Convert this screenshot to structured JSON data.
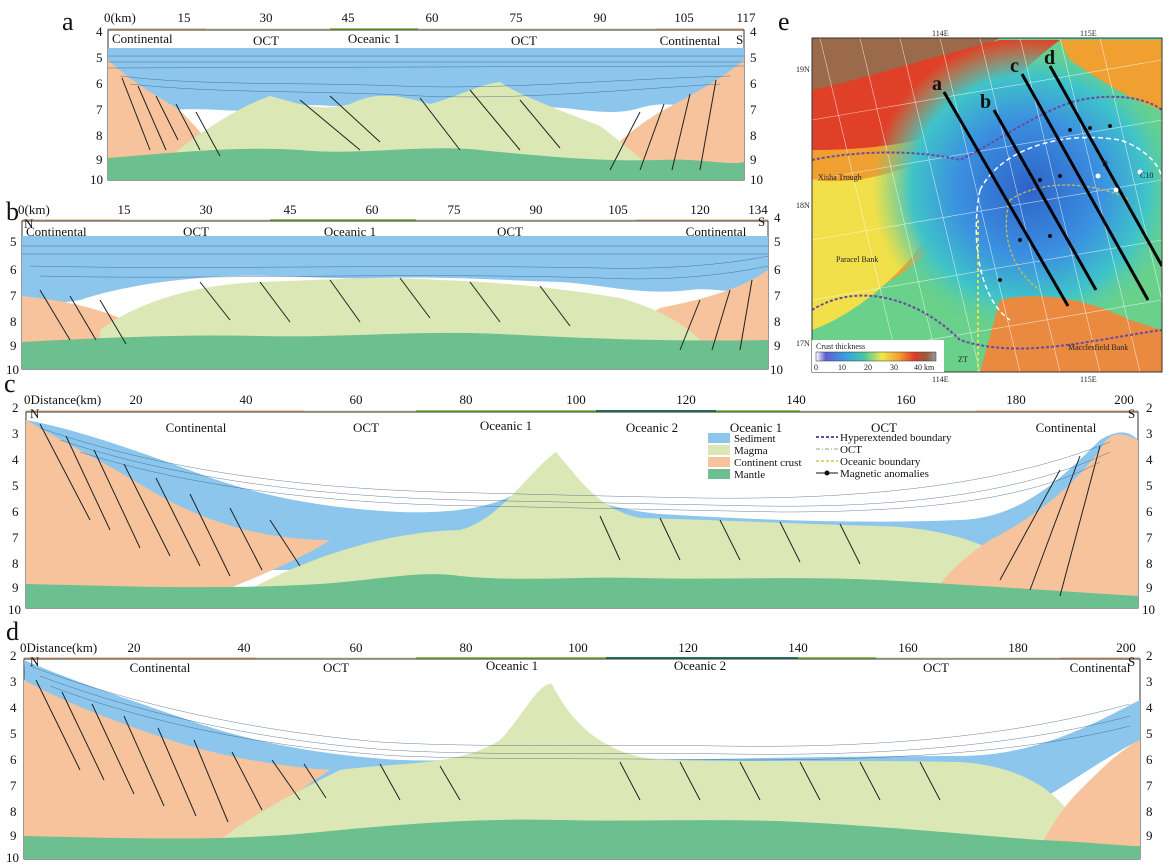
{
  "colors": {
    "sediment": "#8cc6ec",
    "magma": "#dbe8b6",
    "continent_crust": "#f6c39c",
    "mantle": "#6cbf8e",
    "oceanic1": "#8fc750",
    "oceanic2": "#1f7a5a",
    "continental_bar": "#f2c9a8",
    "oct_bar": "#e9ebd1",
    "boundary_purple": "#6a4aa0"
  },
  "panels": {
    "a": {
      "letter": "a",
      "unit": "0(km)",
      "xticks": [
        "15",
        "30",
        "45",
        "60",
        "75",
        "90",
        "105",
        "117"
      ],
      "ydepths": [
        "4",
        "5",
        "6",
        "7",
        "8",
        "9",
        "10"
      ],
      "north": "",
      "south": "S",
      "zones": [
        "Continental",
        "OCT",
        "Oceanic 1",
        "OCT",
        "Continental"
      ]
    },
    "b": {
      "letter": "b",
      "unit": "0(km)",
      "xticks": [
        "15",
        "30",
        "45",
        "60",
        "75",
        "90",
        "105",
        "120",
        "134"
      ],
      "ydepths": [
        "4",
        "5",
        "6",
        "7",
        "8",
        "9",
        "10"
      ],
      "north": "N",
      "south": "S",
      "zones": [
        "Continental",
        "OCT",
        "Oceanic 1",
        "OCT",
        "Continental"
      ]
    },
    "c": {
      "letter": "c",
      "unit": "0Distance(km)",
      "xticks": [
        "20",
        "40",
        "60",
        "80",
        "100",
        "120",
        "140",
        "160",
        "180",
        "200"
      ],
      "ydepths": [
        "2",
        "3",
        "4",
        "5",
        "6",
        "7",
        "8",
        "9",
        "10"
      ],
      "north": "N",
      "south": "S",
      "zones": [
        "Continental",
        "OCT",
        "Oceanic 1",
        "Oceanic 2",
        "Oceanic 1",
        "OCT",
        "Continental"
      ]
    },
    "d": {
      "letter": "d",
      "unit": "0Distance(km)",
      "xticks": [
        "20",
        "40",
        "60",
        "80",
        "100",
        "120",
        "140",
        "160",
        "180",
        "200"
      ],
      "ydepths": [
        "2",
        "3",
        "4",
        "5",
        "6",
        "7",
        "8",
        "9",
        "10"
      ],
      "north": "N",
      "south": "S",
      "zones": [
        "Continental",
        "OCT",
        "Oceanic 1",
        "Oceanic 2",
        "OCT",
        "Continental"
      ]
    }
  },
  "legend": {
    "sediment": "Sediment",
    "magma": "Magma",
    "continent_crust": "Continent crust",
    "mantle": "Mantle",
    "hyperextended": "Hyperextended boundary",
    "oct": "OCT",
    "oceanic_boundary": "Oceanic boundary",
    "magnetic": "Magnetic anomalies"
  },
  "map": {
    "letter": "e",
    "lon_labels": [
      "114E",
      "115E",
      "114E",
      "115E"
    ],
    "lat_labels": [
      "19N",
      "18N",
      "17N"
    ],
    "profile_labels": [
      "a",
      "b",
      "c",
      "d"
    ],
    "places": [
      "Xisha Trough",
      "Paracel Bank",
      "Macclesfield Bank",
      "ZT",
      "C10",
      "D"
    ],
    "colorbar_title": "Crust thickness",
    "colorbar_ticks": [
      "0",
      "10",
      "20",
      "30",
      "40 km"
    ]
  }
}
